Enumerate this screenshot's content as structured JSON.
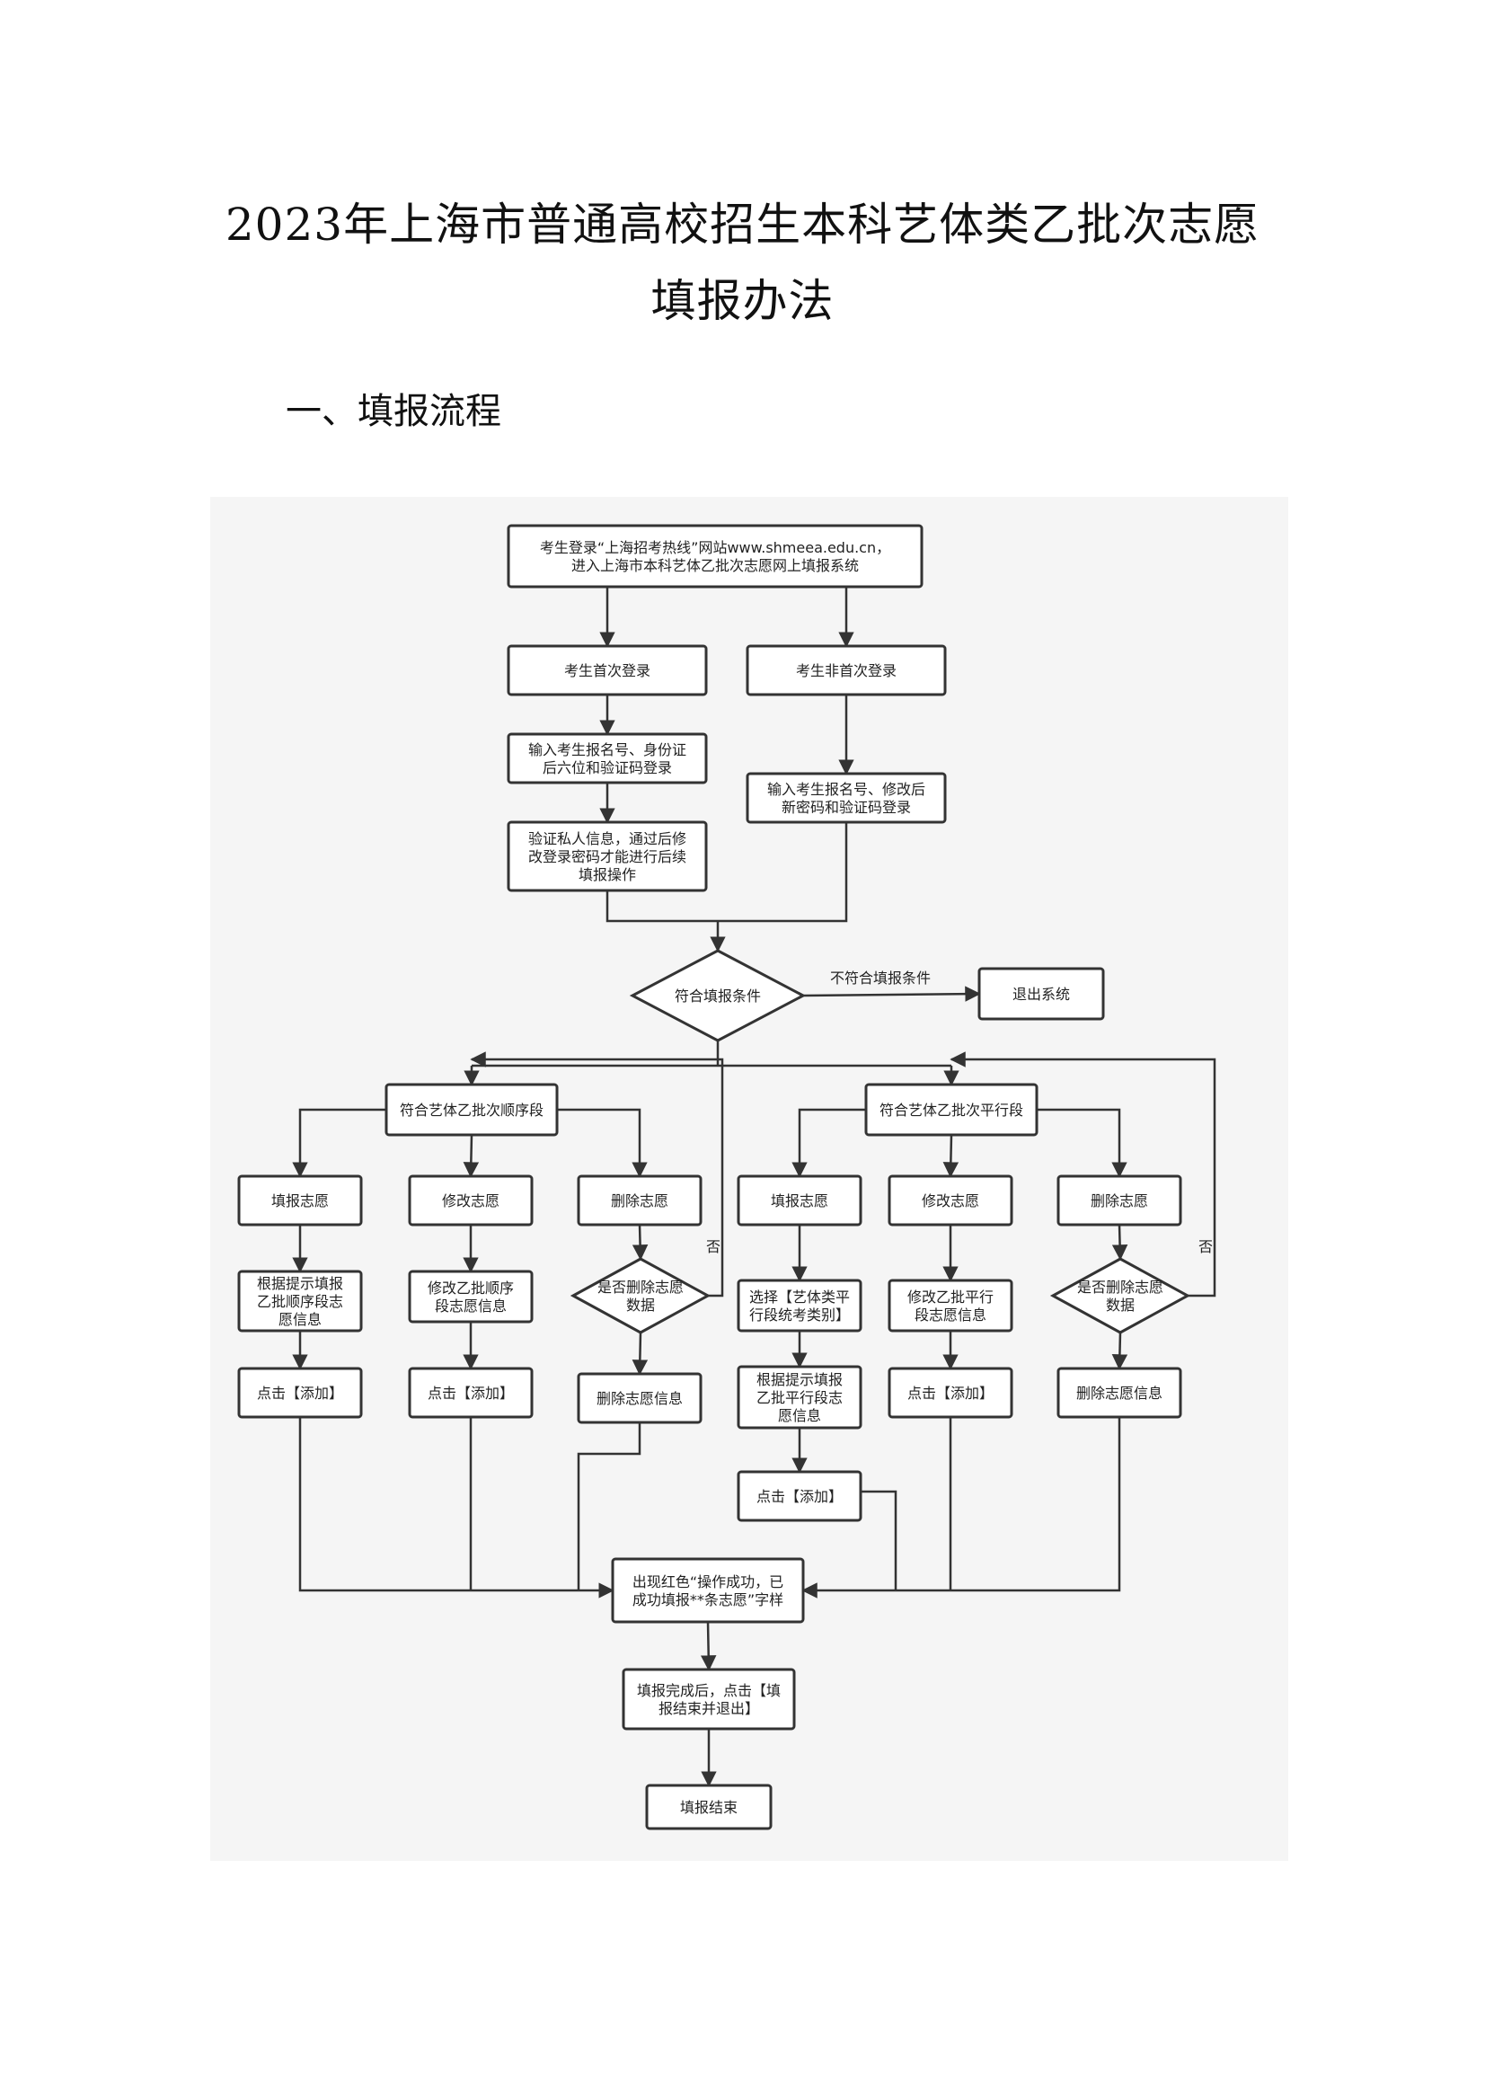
{
  "document": {
    "title_line1": "2023年上海市普通高校招生本科艺体类乙批次志愿",
    "title_line2": "填报办法",
    "section_heading": "一、填报流程"
  },
  "flowchart": {
    "nodes": {
      "start": [
        "考生登录“上海招考热线”网站www.shmeea.edu.cn，",
        "进入上海市本科艺体乙批次志愿网上填报系统"
      ],
      "first_login": [
        "考生首次登录"
      ],
      "not_first_login": [
        "考生非首次登录"
      ],
      "first_input": [
        "输入考生报名号、身份证",
        "后六位和验证码登录"
      ],
      "verify": [
        "验证私人信息，通过后修",
        "改登录密码才能进行后续",
        "填报操作"
      ],
      "nonfirst_input": [
        "输入考生报名号、修改后",
        "新密码和验证码登录"
      ],
      "eligible": [
        "符合填报条件"
      ],
      "exit": [
        "退出系统"
      ],
      "seq_segment": [
        "符合艺体乙批次顺序段"
      ],
      "par_segment": [
        "符合艺体乙批次平行段"
      ],
      "seq_fill": [
        "填报志愿"
      ],
      "seq_modify": [
        "修改志愿"
      ],
      "seq_delete": [
        "删除志愿"
      ],
      "par_fill": [
        "填报志愿"
      ],
      "par_modify": [
        "修改志愿"
      ],
      "par_delete": [
        "删除志愿"
      ],
      "seq_fill_detail": [
        "根据提示填报",
        "乙批顺序段志",
        "愿信息"
      ],
      "seq_modify_detail": [
        "修改乙批顺序",
        "段志愿信息"
      ],
      "seq_delete_q": [
        "是否删除志愿",
        "数据"
      ],
      "par_select_cat": [
        "选择【艺体类平",
        "行段统考类别】"
      ],
      "par_modify_detail": [
        "修改乙批平行",
        "段志愿信息"
      ],
      "par_delete_q": [
        "是否删除志愿",
        "数据"
      ],
      "seq_fill_add": [
        "点击【添加】"
      ],
      "seq_modify_add": [
        "点击【添加】"
      ],
      "seq_delete_info": [
        "删除志愿信息"
      ],
      "par_fill_detail": [
        "根据提示填报",
        "乙批平行段志",
        "愿信息"
      ],
      "par_modify_add": [
        "点击【添加】"
      ],
      "par_delete_info": [
        "删除志愿信息"
      ],
      "par_fill_add": [
        "点击【添加】"
      ],
      "success": [
        "出现红色“操作成功，已",
        "成功填报**条志愿”字样"
      ],
      "finish_click": [
        "填报完成后，点击【填",
        "报结束并退出】"
      ],
      "end": [
        "填报结束"
      ]
    },
    "edge_labels": {
      "not_eligible": "不符合填报条件",
      "seq_no": "否",
      "par_no": "否"
    }
  }
}
